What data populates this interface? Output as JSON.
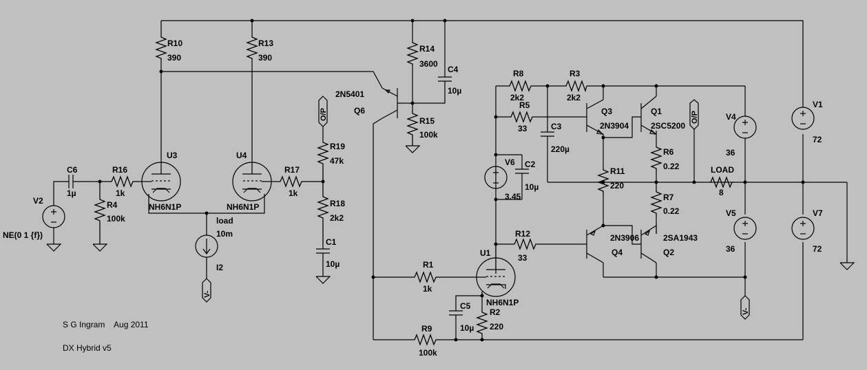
{
  "colors": {
    "background": "#c0c0c0",
    "wire": "#000000"
  },
  "parts": {
    "R10": {
      "name": "R10",
      "value": "390"
    },
    "R13": {
      "name": "R13",
      "value": "390"
    },
    "R14": {
      "name": "R14",
      "value": "3600"
    },
    "C4": {
      "name": "C4",
      "value": "10µ"
    },
    "Q6": {
      "name": "Q6",
      "model": "2N5401"
    },
    "R15": {
      "name": "R15",
      "value": "100k"
    },
    "R8": {
      "name": "R8",
      "value": "2k2"
    },
    "R3": {
      "name": "R3",
      "value": "2k2"
    },
    "R5": {
      "name": "R5",
      "value": "33"
    },
    "C3": {
      "name": "C3",
      "value": "220µ"
    },
    "Q3": {
      "name": "Q3",
      "model": "2N3904"
    },
    "Q1": {
      "name": "Q1",
      "model": "2SC5200"
    },
    "R6": {
      "name": "R6",
      "value": "0.22"
    },
    "R11": {
      "name": "R11",
      "value": "220"
    },
    "R7": {
      "name": "R7",
      "value": "0.22"
    },
    "Q4": {
      "name": "Q4",
      "model": "2N3906"
    },
    "Q2": {
      "name": "Q2",
      "model": "2SA1943"
    },
    "V4": {
      "name": "V4",
      "value": "36"
    },
    "V5": {
      "name": "V5",
      "value": "36"
    },
    "V1": {
      "name": "V1",
      "value": "72"
    },
    "V7": {
      "name": "V7",
      "value": "72"
    },
    "LOAD": {
      "name": "LOAD",
      "value": "8"
    },
    "V6": {
      "name": "V6",
      "value": "3.45"
    },
    "C2": {
      "name": "C2",
      "value": "10µ"
    },
    "R12": {
      "name": "R12",
      "value": "33"
    },
    "U1": {
      "name": "U1",
      "model": "NH6N1P"
    },
    "R1": {
      "name": "R1",
      "value": "1k"
    },
    "C5": {
      "name": "C5",
      "value": "10µ"
    },
    "R2": {
      "name": "R2",
      "value": "220"
    },
    "R9": {
      "name": "R9",
      "value": "100k"
    },
    "R19": {
      "name": "R19",
      "value": "47k"
    },
    "R17": {
      "name": "R17",
      "value": "1k"
    },
    "R18": {
      "name": "R18",
      "value": "2k2"
    },
    "C1": {
      "name": "C1",
      "value": "10µ"
    },
    "U3": {
      "name": "U3",
      "model": "NH6N1P"
    },
    "U4": {
      "name": "U4",
      "model": "NH6N1P"
    },
    "I2": {
      "name": "I2",
      "value_line1": "load",
      "value_line2": "10m"
    },
    "C6": {
      "name": "C6",
      "value": "1µ"
    },
    "R16": {
      "name": "R16",
      "value": "1k"
    },
    "R4": {
      "name": "R4",
      "value": "100k"
    },
    "V2": {
      "name": "V2",
      "value": "NE(0 1 {f})"
    }
  },
  "flags": {
    "op_top": "O/P",
    "op_right": "O/P",
    "vneg_i2": "V-",
    "vneg_right": "V-"
  },
  "notes": {
    "author": "S G Ingram    Aug 2011",
    "title": "DX Hybrid v5"
  }
}
